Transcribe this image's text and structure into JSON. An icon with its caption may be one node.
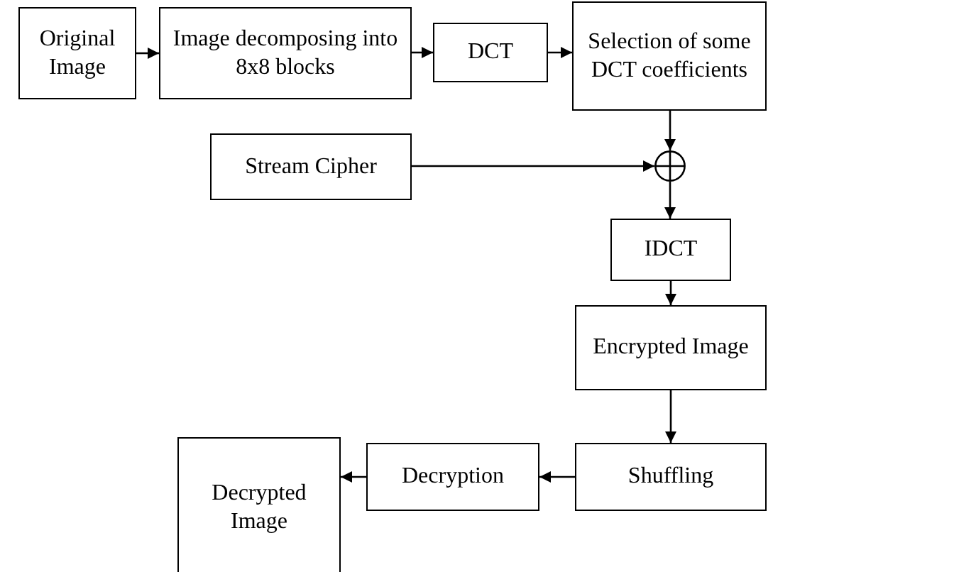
{
  "diagram": {
    "nodes": [
      {
        "text": [
          "Original Image"
        ]
      },
      {
        "text": [
          "Image decomposing into 8x8 blocks"
        ]
      },
      {
        "text": [
          "DCT"
        ]
      },
      {
        "text": [
          "Selection of some DCT coefficients"
        ]
      },
      {
        "text": [
          "Stream Cipher"
        ]
      },
      {
        "text": [],
        "shape": "circle"
      },
      {
        "text": [
          "IDCT"
        ]
      },
      {
        "text": [
          "Encrypted Image"
        ]
      },
      {
        "text": [
          "Shuffling"
        ]
      },
      {
        "text": [
          "Decryption"
        ]
      },
      {
        "text": [
          "Decrypted Image"
        ]
      }
    ],
    "edges": [
      {
        "from": 0,
        "to": 1,
        "arrow": "to"
      },
      {
        "from": 1,
        "to": 2,
        "arrow": "to"
      },
      {
        "from": 2,
        "to": 3,
        "arrow": "to"
      },
      {
        "from": 3,
        "to": 5,
        "arrow": "to"
      },
      {
        "from": 4,
        "to": 5,
        "arrow": "to"
      },
      {
        "from": 5,
        "to": 6,
        "arrow": "to"
      },
      {
        "from": 6,
        "to": 7,
        "arrow": "to"
      },
      {
        "from": 7,
        "to": 8,
        "arrow": "to"
      },
      {
        "from": 8,
        "to": 9,
        "arrow": "to"
      },
      {
        "from": 9,
        "to": 10,
        "arrow": "to"
      }
    ]
  }
}
